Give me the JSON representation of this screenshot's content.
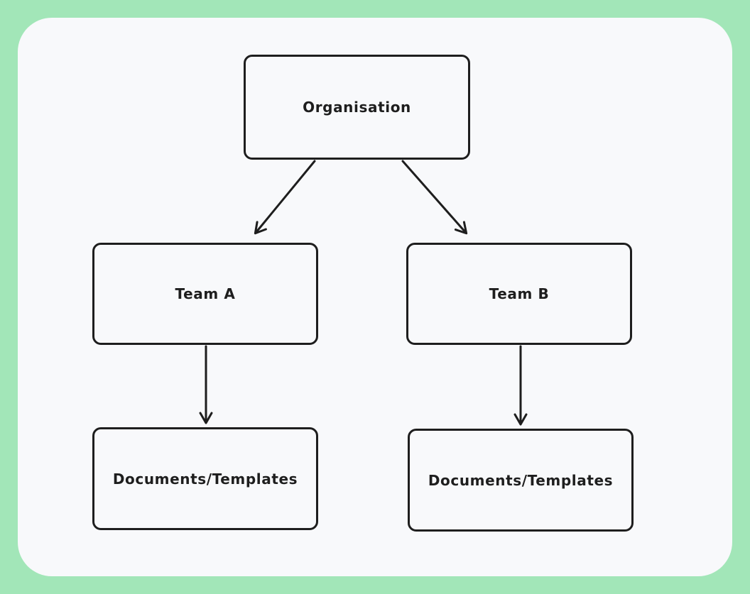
{
  "colors": {
    "frame": "#a2e6b8",
    "canvas": "#f8f9fb",
    "stroke": "#1e1e1e"
  },
  "nodes": {
    "organisation": {
      "label": "Organisation"
    },
    "team_a": {
      "label": "Team A"
    },
    "team_b": {
      "label": "Team B"
    },
    "docs_a": {
      "label": "Documents/Templates"
    },
    "docs_b": {
      "label": "Documents/Templates"
    }
  },
  "edges": [
    {
      "from": "organisation",
      "to": "team_a"
    },
    {
      "from": "organisation",
      "to": "team_b"
    },
    {
      "from": "team_a",
      "to": "docs_a"
    },
    {
      "from": "team_b",
      "to": "docs_b"
    }
  ]
}
